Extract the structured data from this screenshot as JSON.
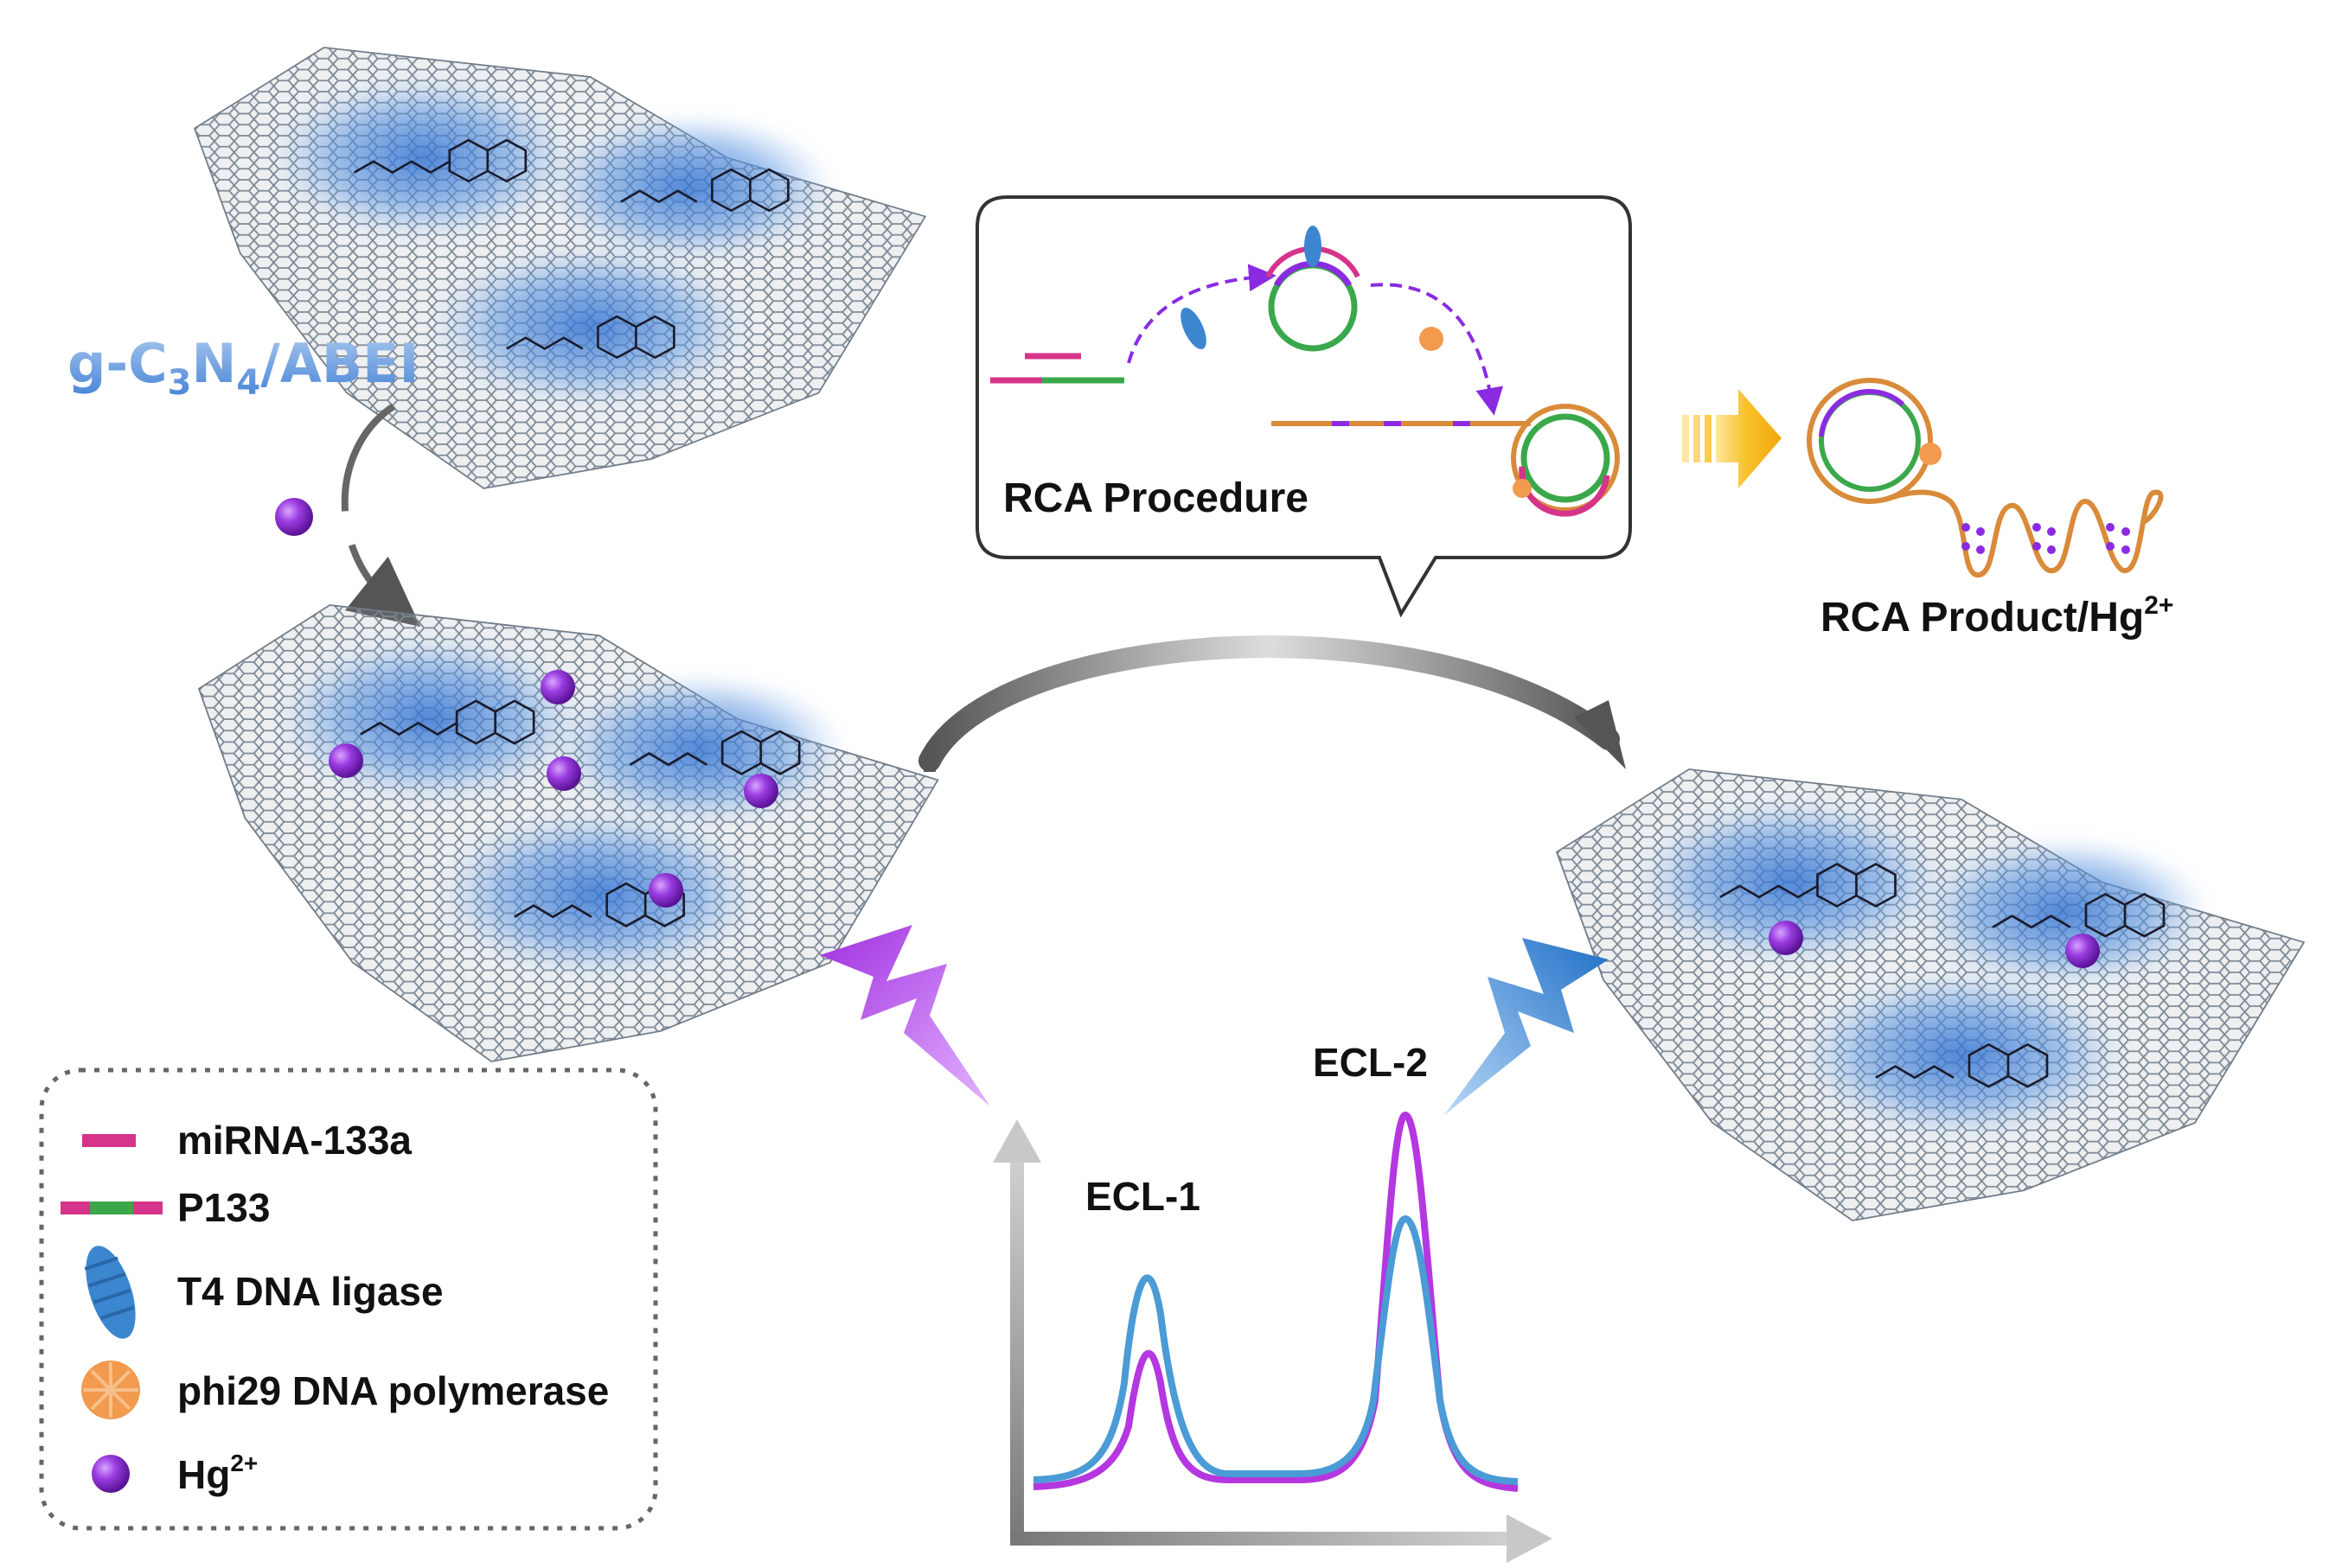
{
  "material_label": {
    "prefix": "g-C",
    "sub1": "3",
    "middle": "N",
    "sub2": "4",
    "suffix": "/ABEI"
  },
  "rca_box": {
    "title": "RCA Procedure"
  },
  "product_label": {
    "base": "RCA Product/Hg",
    "sup": "2+"
  },
  "ecl_peaks": {
    "peak1": "ECL-1",
    "peak2": "ECL-2"
  },
  "legend": {
    "items": [
      {
        "icon": "mirna-strand-icon",
        "label": "miRNA-133a"
      },
      {
        "icon": "p133-strand-icon",
        "label": "P133"
      },
      {
        "icon": "t4-ligase-icon",
        "label": "T4 DNA ligase"
      },
      {
        "icon": "phi29-polymerase-icon",
        "label": "phi29 DNA polymerase"
      },
      {
        "icon": "hg-ion-icon",
        "label": "Hg",
        "sup": "2+"
      }
    ]
  },
  "colors": {
    "sheet_blue": "#4a86d6",
    "mesh_gray": "#7f8a96",
    "hg_purple": "#8b2fd6",
    "mirna_pink": "#d6338a",
    "p133_green": "#3aa84a",
    "ligase_blue": "#3c86d0",
    "polymerase_orange": "#f29a4e",
    "rca_orange": "#d98b3a",
    "arrow_gold": "#f6b919",
    "ecl_purple": "#b437e0",
    "ecl_blue": "#4a9bd6"
  }
}
